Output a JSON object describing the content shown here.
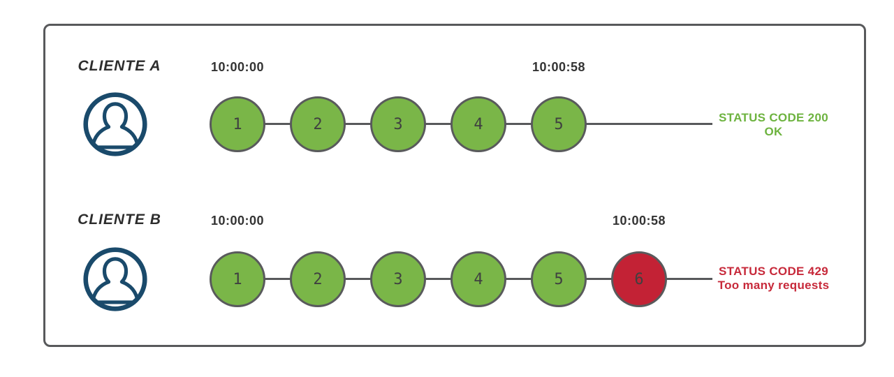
{
  "colors": {
    "frame-border": "#58595b",
    "green": "#7ab648",
    "red": "#c32235",
    "circle-border": "#595a5c",
    "circle-number": "#3f4040",
    "line": "#58595b",
    "navy": "#1a4a6b",
    "timestamp": "#333333",
    "label": "#2d2d2d",
    "status-green": "#6db33f",
    "status-red": "#c7293a"
  },
  "rows": [
    {
      "client_label": "CLIENTE A",
      "start_time": "10:00:00",
      "end_time": "10:00:58",
      "requests": [
        {
          "label": "1",
          "status": "success"
        },
        {
          "label": "2",
          "status": "success"
        },
        {
          "label": "3",
          "status": "success"
        },
        {
          "label": "4",
          "status": "success"
        },
        {
          "label": "5",
          "status": "success"
        }
      ],
      "status": {
        "line1": "STATUS CODE 200",
        "line2": "OK",
        "kind": "success"
      }
    },
    {
      "client_label": "CLIENTE B",
      "start_time": "10:00:00",
      "end_time": "10:00:58",
      "requests": [
        {
          "label": "1",
          "status": "success"
        },
        {
          "label": "2",
          "status": "success"
        },
        {
          "label": "3",
          "status": "success"
        },
        {
          "label": "4",
          "status": "success"
        },
        {
          "label": "5",
          "status": "success"
        },
        {
          "label": "6",
          "status": "blocked"
        }
      ],
      "status": {
        "line1": "STATUS CODE 429",
        "line2": "Too many requests",
        "kind": "blocked"
      }
    }
  ]
}
